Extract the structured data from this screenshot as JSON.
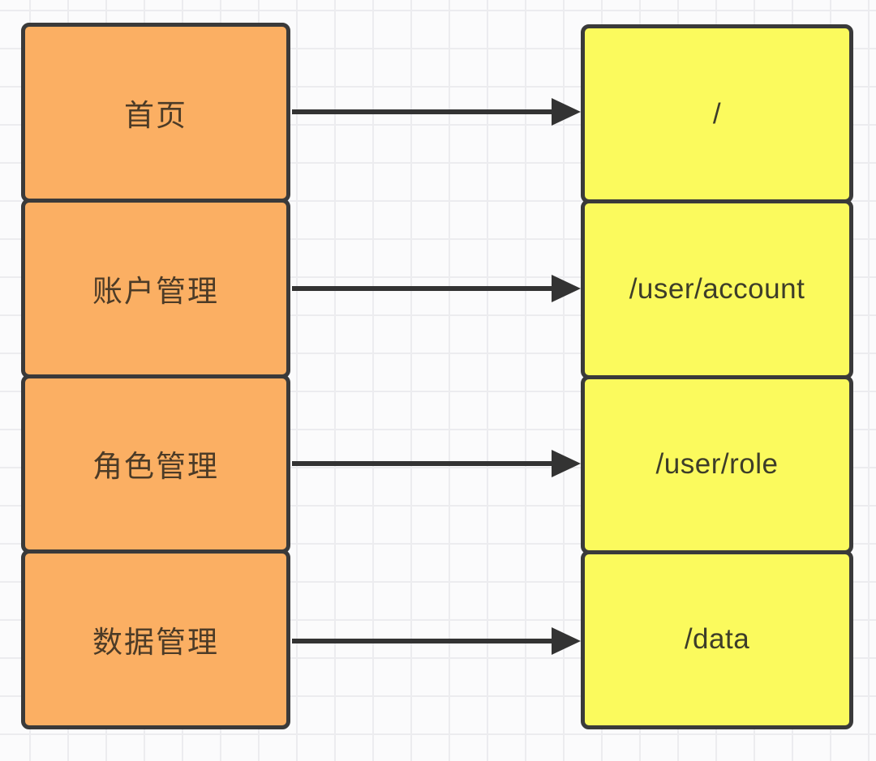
{
  "diagram": {
    "title": "menu-to-route-mapping",
    "menu_column": {
      "items": [
        {
          "label": "首页"
        },
        {
          "label": "账户管理"
        },
        {
          "label": "角色管理"
        },
        {
          "label": "数据管理"
        }
      ]
    },
    "route_column": {
      "items": [
        {
          "label": "/"
        },
        {
          "label": "/user/account"
        },
        {
          "label": "/user/role"
        },
        {
          "label": "/data"
        }
      ]
    },
    "connections": [
      {
        "from": "首页",
        "to": "/"
      },
      {
        "from": "账户管理",
        "to": "/user/account"
      },
      {
        "from": "角色管理",
        "to": "/user/role"
      },
      {
        "from": "数据管理",
        "to": "/data"
      }
    ]
  },
  "colors": {
    "menu_fill": "#fbaf63",
    "route_fill": "#fbfa5d",
    "box_border": "#3a3a3a",
    "arrow": "#333333",
    "menu_text": "#4c3b27",
    "route_text": "#3d3d29",
    "grid_line": "#ececef",
    "background": "#fbfbfc"
  }
}
